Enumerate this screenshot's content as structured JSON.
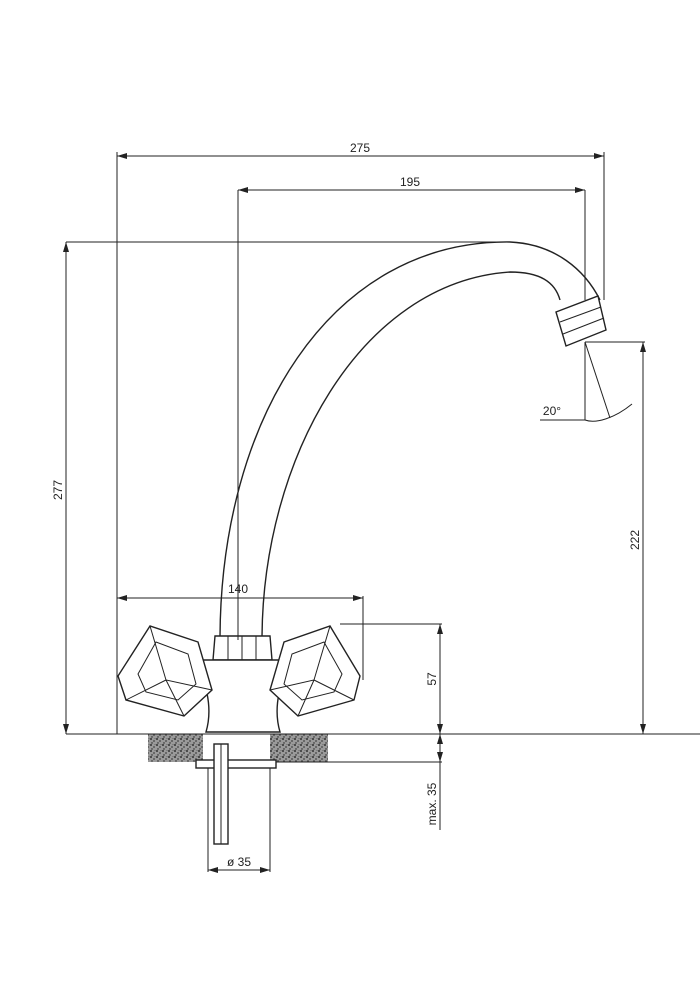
{
  "dimensions": {
    "spout_reach_total": "275",
    "spout_reach_from_axis": "195",
    "total_height": "277",
    "outlet_height": "222",
    "handle_span": "140",
    "body_height": "57",
    "max_deck_thickness": "max. 35",
    "hole_diameter": "ø 35",
    "outlet_angle": "20°"
  },
  "colors": {
    "line": "#222222",
    "background": "#ffffff",
    "granite": "#555555"
  }
}
